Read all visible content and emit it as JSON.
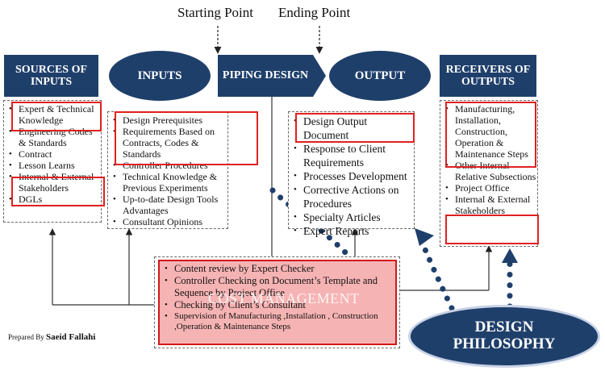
{
  "top_labels": {
    "start": "Starting Point",
    "end": "Ending Point"
  },
  "headers": {
    "sources": "SOURCES OF INPUTS",
    "inputs": "INPUTS",
    "piping": "PIPING DESIGN",
    "output": "OUTPUT",
    "receivers": "RECEIVERS OF OUTPUTS"
  },
  "sources_items": [
    "Expert & Technical Knowledge",
    "Engineering Codes & Standards",
    "Contract",
    "Lesson Learns",
    "Internal & External Stakeholders",
    "DGLs"
  ],
  "inputs_items": [
    "Design Prerequisites",
    "Requirements Based on Contracts, Codes & Standards",
    "Controller Procedures",
    "Technical Knowledge & Previous Experiments",
    "Up-to-date Design Tools Advantages",
    "Consultant Opinions"
  ],
  "output_items": [
    "Design Output Document",
    "Response to Client Requirements",
    "Processes Development",
    "Corrective Actions on Procedures",
    "Specialty Articles",
    "Expert Reports"
  ],
  "receivers_items": [
    "Manufacturing, Installation, Construction, Operation & Maintenance Steps",
    "Other Internal Relative Subsections",
    "Project Office",
    "Internal & External Stakeholders"
  ],
  "review_items": [
    "Content review by Expert Checker",
    "Controller Checking on Document’s Template and Sequence by Project Office",
    "Checking by Client’s Consultant",
    "Supervision of Manufacturing ,Installation , Construction ,Operation & Maintenance Steps"
  ],
  "watermark": "COST MANAGEMENT",
  "philosophy": "DESIGN PHILOSOPHY",
  "prepared": {
    "prefix": "Prepared By",
    "name": "Saeid Fallahi"
  },
  "colors": {
    "navy": "#1f3f6b",
    "highlight": "#e02020",
    "review_fill": "#f6b3b3"
  }
}
